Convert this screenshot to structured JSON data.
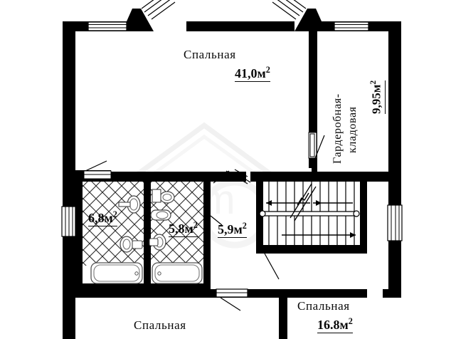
{
  "plan": {
    "title": "Floor plan - second floor",
    "units": "м²",
    "line_color": "#000000",
    "wall_fill": "#000000",
    "background": "#ffffff",
    "hatch_color": "#1a1a1a",
    "fixture_stroke": "#333333",
    "watermark_color": "#f2f2f2"
  },
  "rooms": [
    {
      "id": "master-bedroom",
      "name": "Спальная",
      "area": "41,0м",
      "area_sup": "2",
      "area_full": "41,0м²"
    },
    {
      "id": "wardrobe-storage",
      "name": "Гардеробная-кладовая",
      "name_line1": "Гардеробная-",
      "name_line2": "кладовая",
      "area": "9,95м",
      "area_sup": "2",
      "area_full": "9,95м²"
    },
    {
      "id": "bathroom-left",
      "name": "",
      "area": "6,8м",
      "area_sup": "2",
      "area_full": "6,8м²"
    },
    {
      "id": "bathroom-right",
      "name": "",
      "area": "5,8м",
      "area_sup": "2",
      "area_full": "5,8м²"
    },
    {
      "id": "staircase-hall",
      "name": "",
      "area": "5,9м",
      "area_sup": "2",
      "area_full": "5,9м²"
    },
    {
      "id": "bedroom-bottom-left",
      "name": "Спальная",
      "area": "",
      "area_sup": "",
      "area_full": ""
    },
    {
      "id": "bedroom-bottom-right",
      "name": "Спальная",
      "area": "16.8м",
      "area_sup": "2",
      "area_full": "16.8м²"
    }
  ],
  "fixtures": {
    "bathtub_count": 2,
    "toilet_count": 2,
    "sink_count": 4,
    "stair_step_count": 11,
    "stair_direction_arrows": 3
  },
  "openings": {
    "windows": [
      "top-left-bay-window",
      "top-right-bay-window",
      "top-closet-window",
      "left-wall-window",
      "right-wall-window",
      "bottom-wall-window"
    ],
    "doors": [
      "closet-door",
      "bathroom-left-door",
      "bathroom-right-door",
      "bedroom-bottom-right-door",
      "staircase-door"
    ]
  }
}
